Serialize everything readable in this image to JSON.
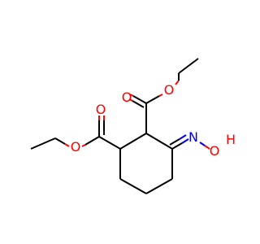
{
  "molecule": {
    "atoms": [
      {
        "id": "O1",
        "symbol": "O",
        "color": "#ff0000"
      },
      {
        "id": "O2",
        "symbol": "O",
        "color": "#ff0000"
      },
      {
        "id": "O3",
        "symbol": "O",
        "color": "#ff0000"
      },
      {
        "id": "O4",
        "symbol": "O",
        "color": "#ff0000"
      },
      {
        "id": "N1",
        "symbol": "N",
        "color": "#0000ff"
      },
      {
        "id": "O5",
        "symbol": "O",
        "color": "#ff0000"
      },
      {
        "id": "H1",
        "symbol": "H",
        "color": "#ff0000"
      }
    ],
    "colors": {
      "bond": "#000000",
      "oxygen": "#ff0000",
      "nitrogen": "#0000ff",
      "background": "#ffffff"
    }
  }
}
